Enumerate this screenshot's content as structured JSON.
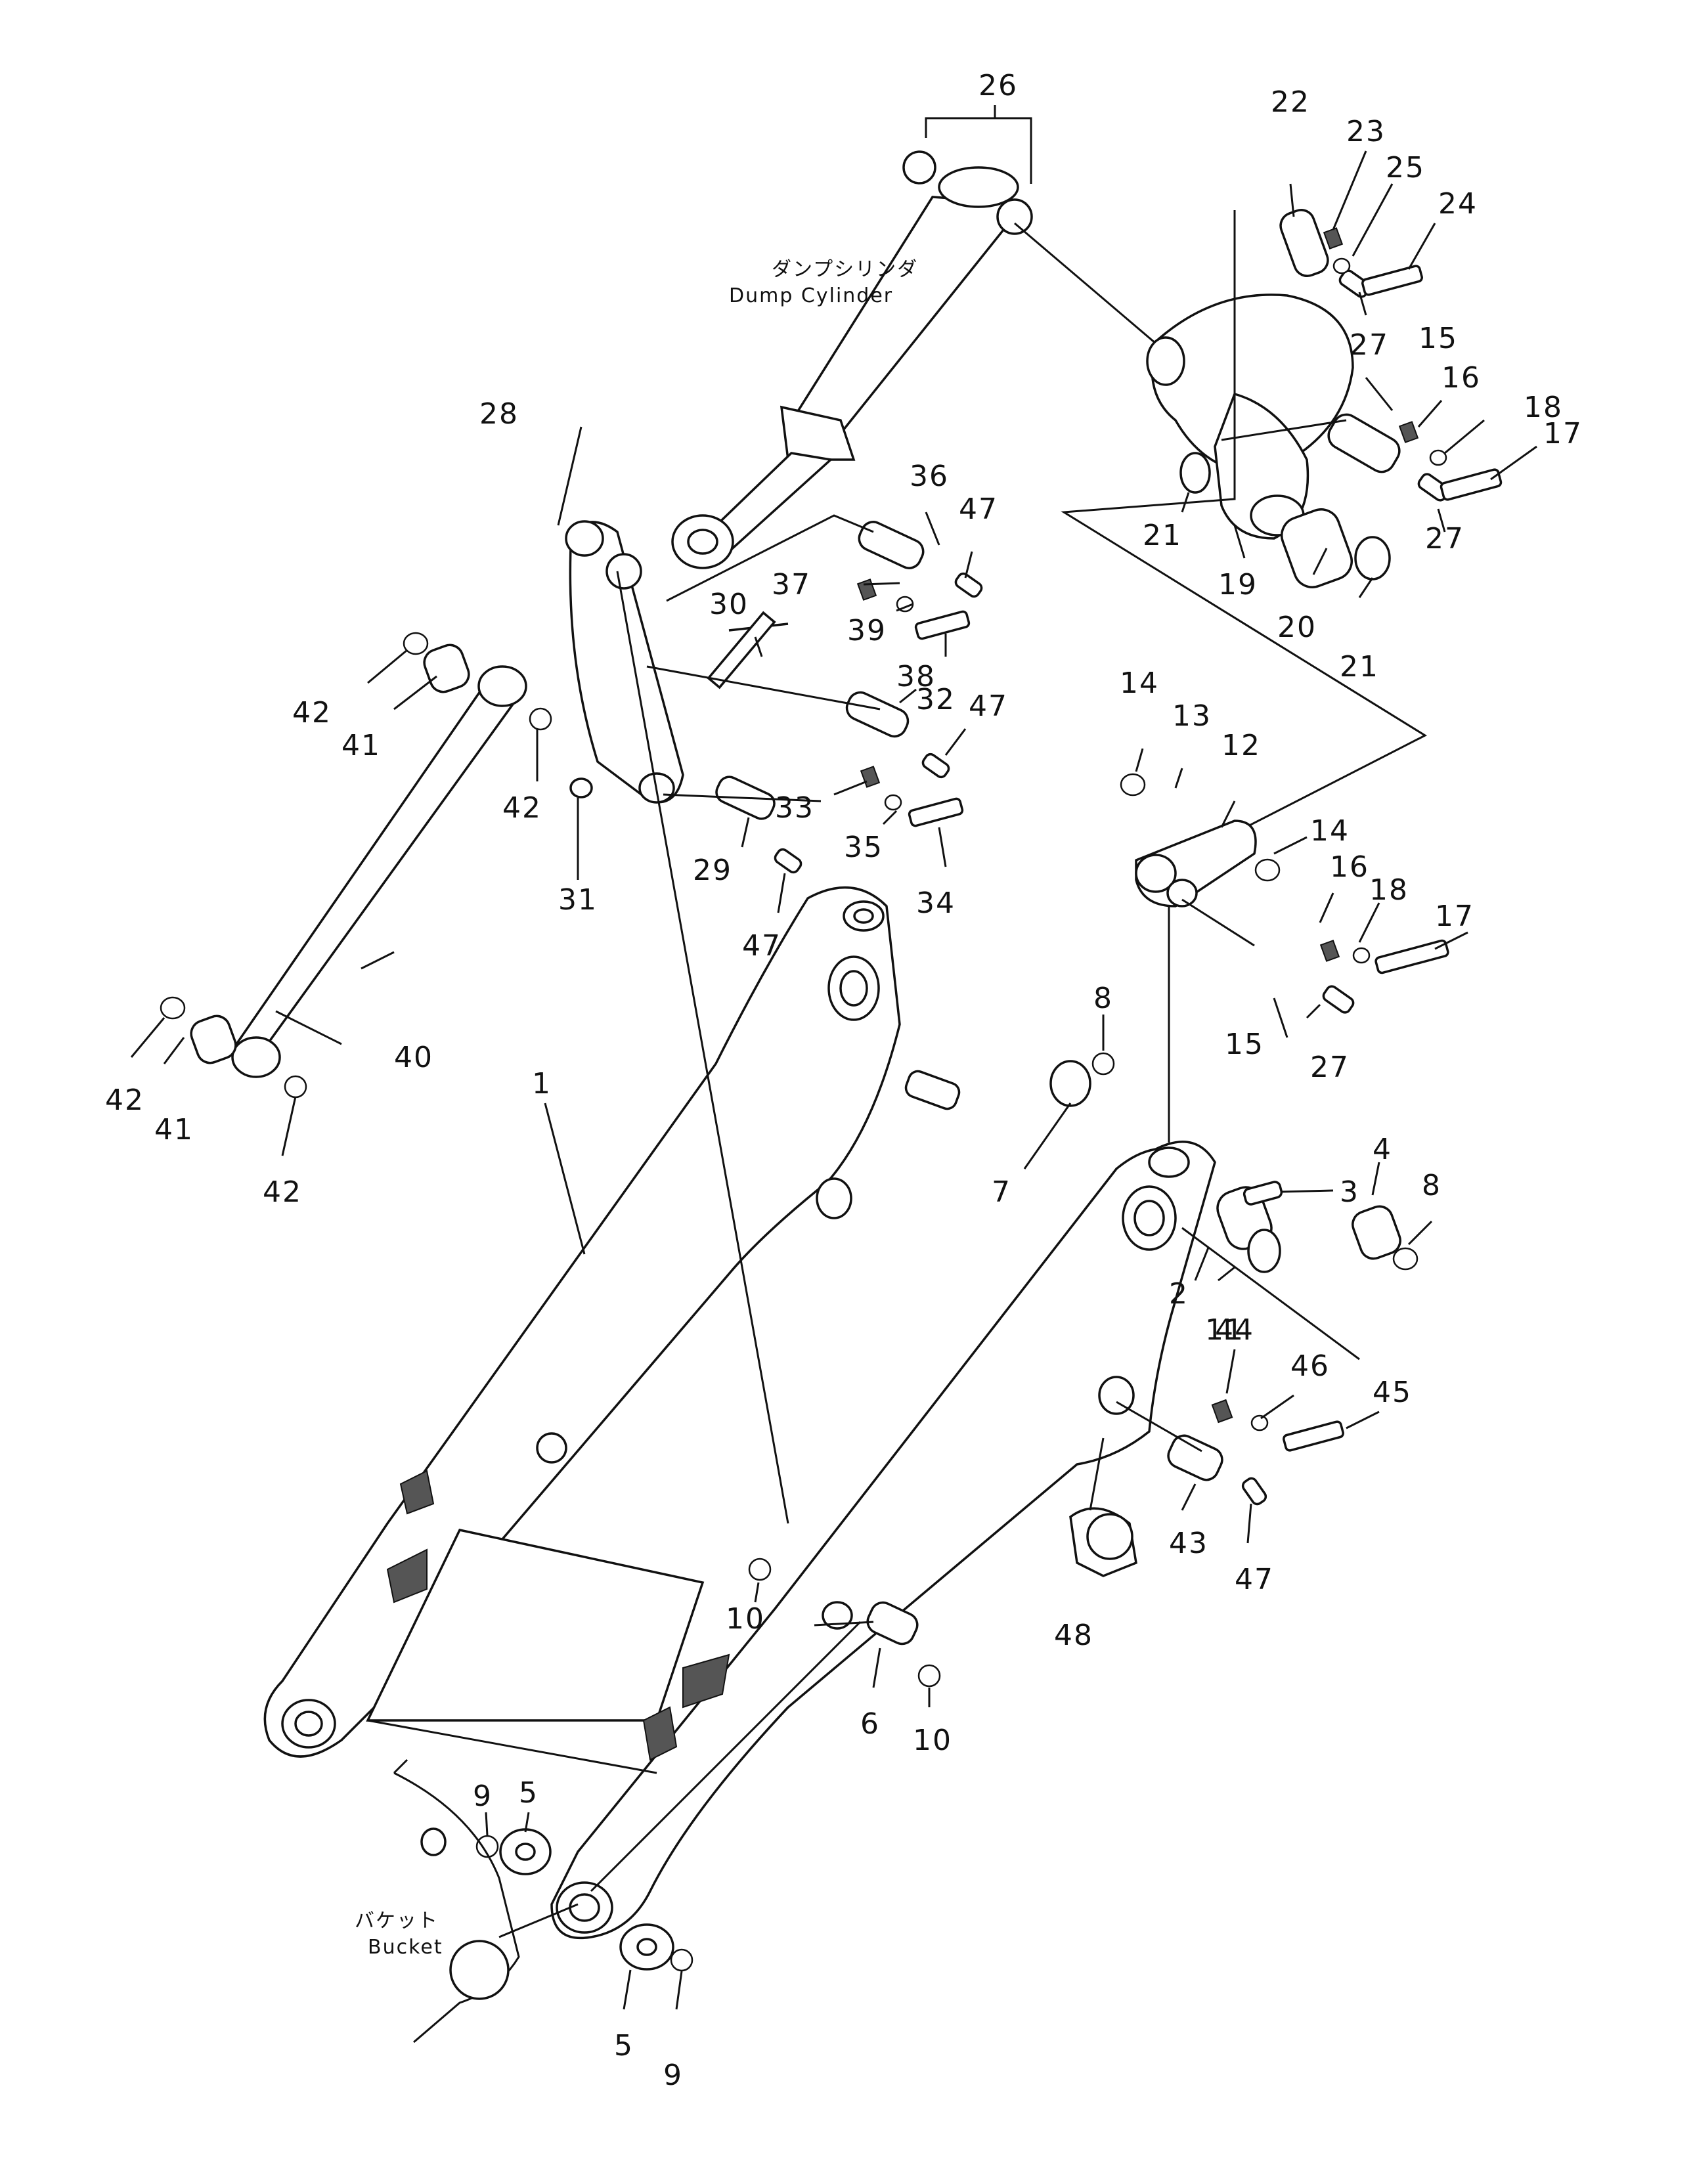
{
  "labels": {
    "dump_cylinder_jp": "ダンプシリンダ",
    "dump_cylinder_en": "Dump  Cylinder",
    "bucket_jp": "バケット",
    "bucket_en": "Bucket"
  },
  "callouts": {
    "n1": "1",
    "n2": "2",
    "n3": "3",
    "n4": "4",
    "n5a": "5",
    "n5b": "5",
    "n6": "6",
    "n7": "7",
    "n8a": "8",
    "n8b": "8",
    "n9a": "9",
    "n9b": "9",
    "n10a": "10",
    "n10b": "10",
    "n11": "11",
    "n12": "12",
    "n13": "13",
    "n14a": "14",
    "n14b": "14",
    "n15a": "15",
    "n15b": "15",
    "n16a": "16",
    "n16b": "16",
    "n17a": "17",
    "n17b": "17",
    "n18a": "18",
    "n18b": "18",
    "n19": "19",
    "n20": "20",
    "n21a": "21",
    "n21b": "21",
    "n22": "22",
    "n23": "23",
    "n24": "24",
    "n25": "25",
    "n26": "26",
    "n27a": "27",
    "n27b": "27",
    "n27c": "27",
    "n28": "28",
    "n29": "29",
    "n30": "30",
    "n31": "31",
    "n32": "32",
    "n33": "33",
    "n34": "34",
    "n35": "35",
    "n36": "36",
    "n37": "37",
    "n38": "38",
    "n39": "39",
    "n40": "40",
    "n41a": "41",
    "n41b": "41",
    "n42a": "42",
    "n42b": "42",
    "n42c": "42",
    "n42d": "42",
    "n43": "43",
    "n44": "44",
    "n45": "45",
    "n46": "46",
    "n47a": "47",
    "n47b": "47",
    "n47c": "47",
    "n47d": "47",
    "n48": "48"
  }
}
